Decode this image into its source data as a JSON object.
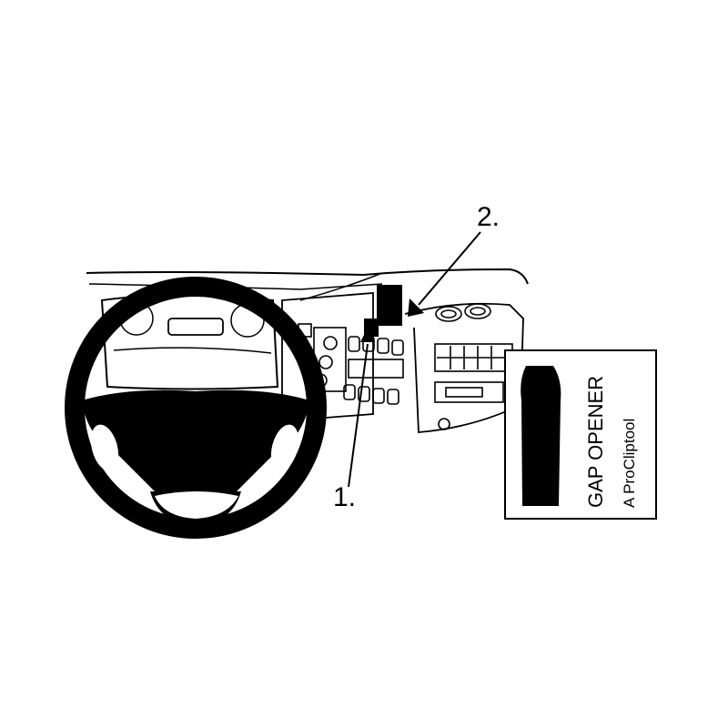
{
  "diagram": {
    "callouts": [
      {
        "id": "1",
        "text": "1."
      },
      {
        "id": "2",
        "text": "2."
      }
    ],
    "tool_box": {
      "title": "GAP OPENER",
      "subtitle": "A ProCliptool"
    }
  },
  "colors": {
    "line": "#000000",
    "background": "#ffffff"
  }
}
